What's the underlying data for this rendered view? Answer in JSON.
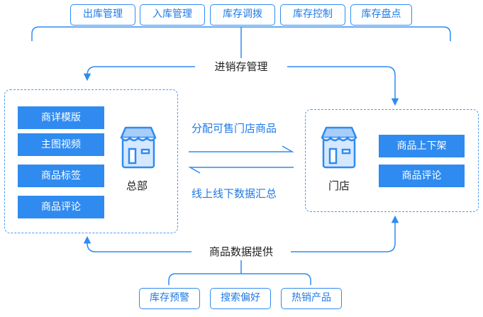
{
  "top_tags": [
    "出库管理",
    "入库管理",
    "库存调拨",
    "库存控制",
    "库存盘点"
  ],
  "top_label": "进销存管理",
  "hq": {
    "items": [
      "商详模版",
      "主图视频",
      "商品标签",
      "商品评论"
    ],
    "label": "总部"
  },
  "store": {
    "items": [
      "商品上下架",
      "商品评论"
    ],
    "label": "门店"
  },
  "flow": {
    "to_store": "分配可售门店商品",
    "to_hq": "线上线下数据汇总"
  },
  "bottom_label": "商品数据提供",
  "bottom_tags": [
    "库存预警",
    "搜索偏好",
    "热销产品"
  ],
  "colors": {
    "primary": "#2f8bf0",
    "text": "#222222"
  },
  "icons": {
    "store": "store-icon"
  }
}
